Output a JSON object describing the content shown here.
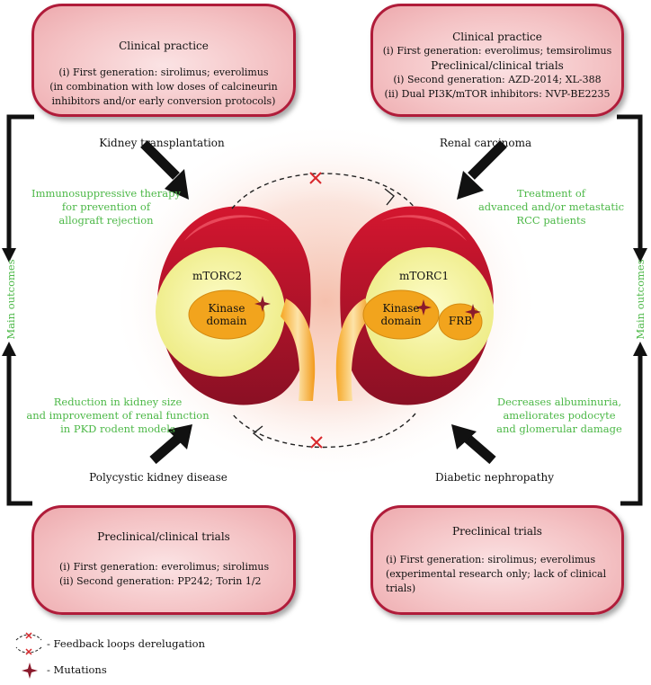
{
  "boxes": {
    "top_left": {
      "title": "Clinical practice",
      "lines": [
        "(i) First generation: sirolimus; everolimus",
        "(in combination with low doses of calcineurin",
        "inhibitors and/or early conversion protocols)"
      ]
    },
    "top_right": {
      "title": "Clinical practice",
      "lines": [
        "(i) First generation: everolimus; temsirolimus",
        "Preclinical/clinical trials",
        "(i) Second generation: AZD-2014; XL-388",
        "(ii) Dual PI3K/mTOR inhibitors: NVP-BE2235"
      ]
    },
    "bottom_left": {
      "title": "Preclinical/clinical trials",
      "lines": [
        "(i) First generation: everolimus; sirolimus",
        "(ii) Second generation: PP242; Torin 1/2"
      ]
    },
    "bottom_right": {
      "title": "Preclinical trials",
      "lines": [
        "(i) First generation: sirolimus; everolimus",
        "(experimental research only; lack of clinical trials)"
      ]
    }
  },
  "diseases": {
    "kidney_transplantation": "Kidney transplantation",
    "renal_carcinoma": "Renal carcinoma",
    "polycystic": "Polycystic kidney disease",
    "diabetic": "Diabetic nephropathy"
  },
  "outcomes": {
    "top_left": [
      "Immunosuppressive therapy",
      "for prevention of",
      "allograft rejection"
    ],
    "top_right": [
      "Treatment of",
      "advanced and/or metastatic",
      "RCC patients"
    ],
    "bottom_left": [
      "Reduction in kidney size",
      "and improvement of renal function",
      "in PKD rodent models"
    ],
    "bottom_right": [
      "Decreases albuminuria,",
      "ameliorates podocyte",
      "and glomerular damage"
    ]
  },
  "side_labels": {
    "left": "Main outcomes",
    "right": "Main outcomes"
  },
  "complexes": {
    "left": {
      "name": "mTORC2",
      "kinase": [
        "Kinase",
        "domain"
      ]
    },
    "right": {
      "name": "mTORC1",
      "kinase": [
        "Kinase",
        "domain"
      ],
      "frb": "FRB"
    }
  },
  "legend": {
    "feedback": "- Feedback loops derelugation",
    "mutations": "- Mutations"
  },
  "colors": {
    "box_border": "#b01c3a",
    "outcome_text": "#4cb847",
    "kidney_red": "#c8102e",
    "kidney_yellow": "#f4f39a",
    "domain_orange": "#f2a41d",
    "mutation_star": "#8b1a2c",
    "feedback_x": "#d8282c"
  }
}
